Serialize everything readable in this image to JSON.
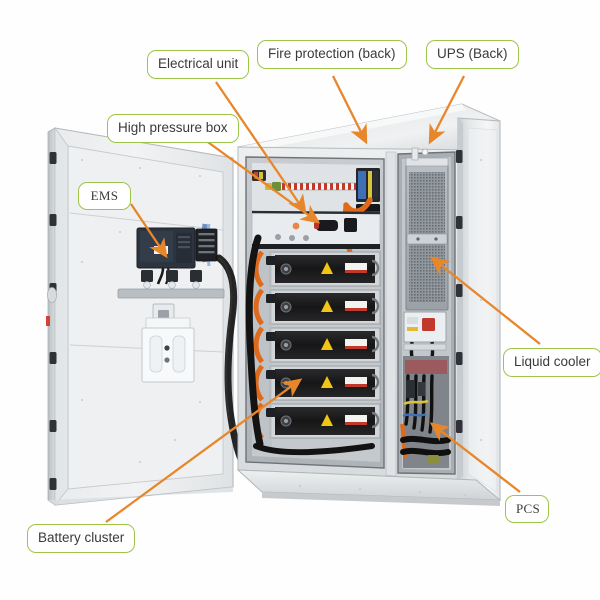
{
  "diagram": {
    "subject": "Energy storage cabinet with doors open",
    "callout_border_color": "#9dc54a",
    "arrow_color": "#e8862a",
    "background_color": "#ffffff"
  },
  "callouts": [
    {
      "id": "electrical-unit",
      "label": "Electrical unit",
      "font": "sans"
    },
    {
      "id": "fire-protection",
      "label": "Fire protection (back)",
      "font": "sans"
    },
    {
      "id": "ups",
      "label": "UPS (Back)",
      "font": "sans"
    },
    {
      "id": "high-pressure-box",
      "label": "High pressure box",
      "font": "sans"
    },
    {
      "id": "ems",
      "label": "EMS",
      "font": "serif"
    },
    {
      "id": "liquid-cooler",
      "label": "Liquid cooler",
      "font": "sans"
    },
    {
      "id": "pcs",
      "label": "PCS",
      "font": "serif"
    },
    {
      "id": "battery-cluster",
      "label": "Battery cluster",
      "font": "sans"
    }
  ]
}
